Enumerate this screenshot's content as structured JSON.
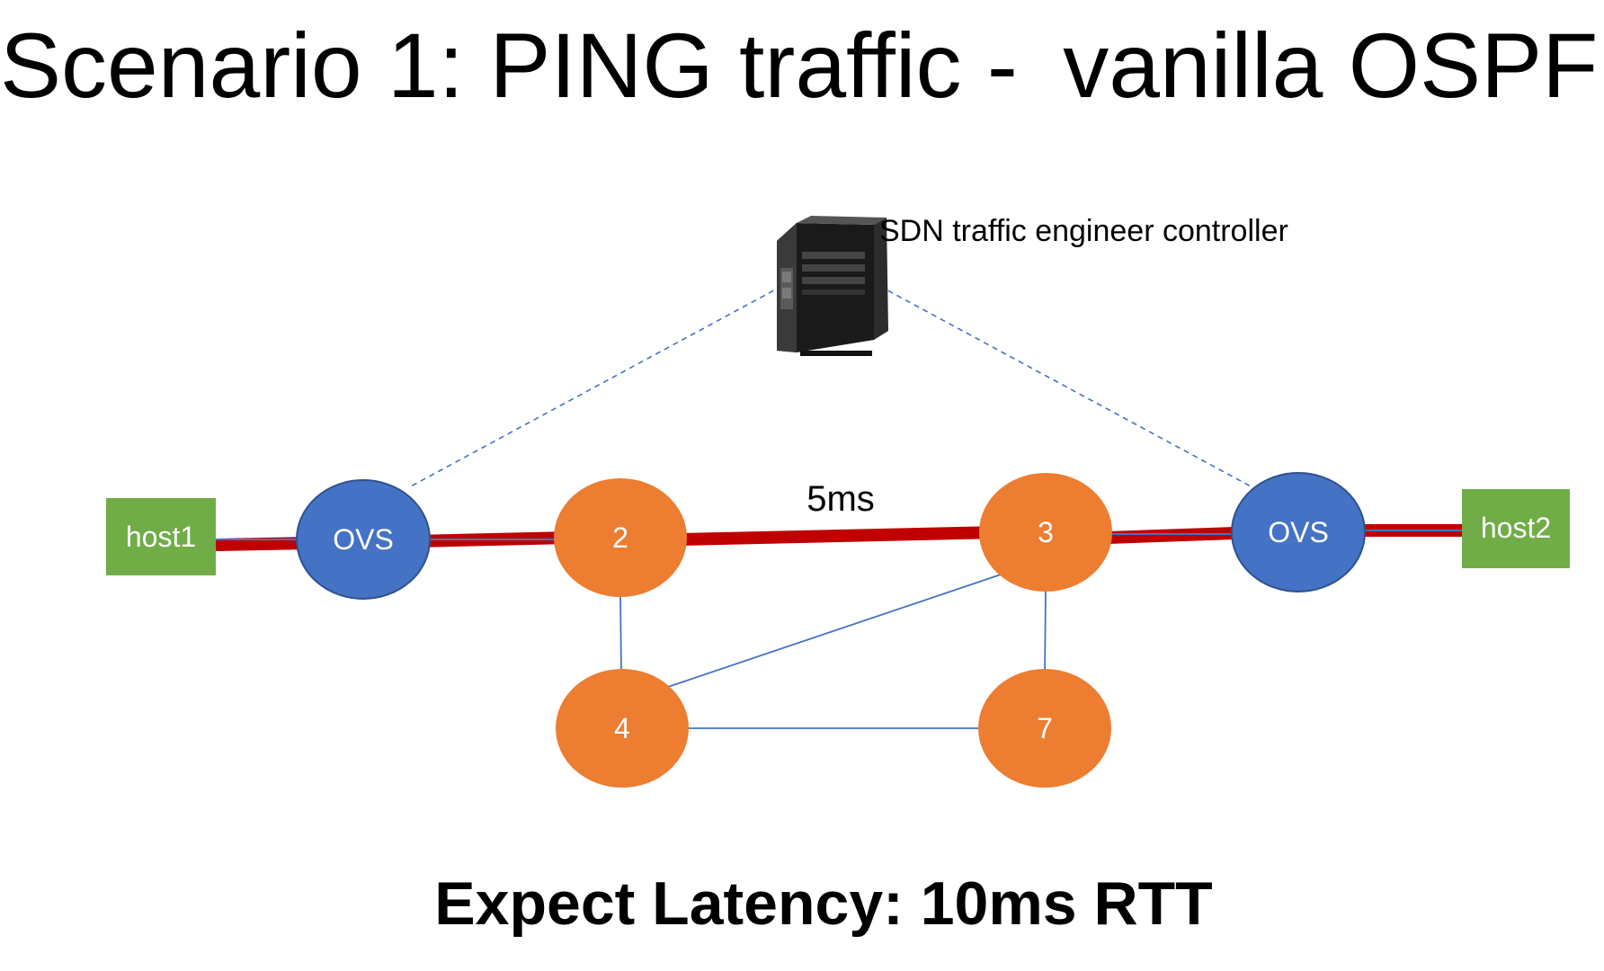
{
  "slide": {
    "title_prefix": "Scenario 1: PING traffic - ",
    "title_emphasis": "vanilla OSPF",
    "footer": "Expect Latency: 10ms RTT"
  },
  "controller": {
    "label": "SDN traffic engineer controller",
    "icon": "desktop-tower-computer"
  },
  "link_labels": {
    "latency_2_3": "5ms"
  },
  "nodes": {
    "host1": "host1",
    "host2": "host2",
    "ovs_left": "OVS",
    "ovs_right": "OVS",
    "router_2": "2",
    "router_3": "3",
    "router_4": "4",
    "router_7": "7"
  },
  "colors": {
    "host": "#70ad47",
    "ovs": "#4472c4",
    "router": "#ed7d31",
    "active_path": "#c00000",
    "link": "#4472c4",
    "control_link": "#4472c4"
  }
}
